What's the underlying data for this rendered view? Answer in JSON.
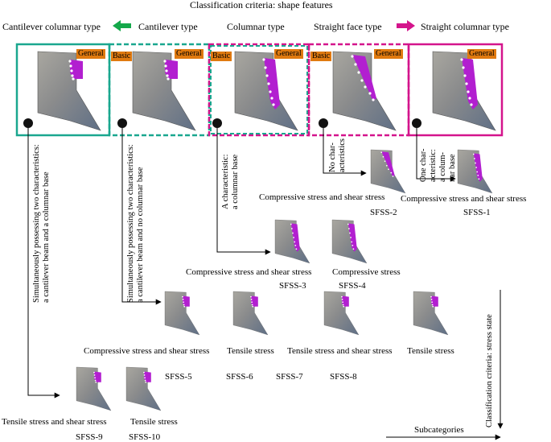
{
  "header": {
    "title": "Classification criteria: shape features",
    "cantilever_columnar": "Cantilever columnar type",
    "cantilever": "Cantilever type",
    "columnar": "Columnar type",
    "straight_face": "Straight face type",
    "straight_columnar": "Straight columnar type"
  },
  "badges": {
    "basic": "Basic",
    "general": "General"
  },
  "branch_labels": {
    "b1_line1": "Simultaneously possessing two characteristics:",
    "b1_line2": "a cantilever beam and a columnar base",
    "b2_line1": "Simultaneously possessing two characteristics:",
    "b2_line2": "a cantilever beam and no columnar base",
    "b3_line1": "A characteristic:",
    "b3_line2": "a columnar base",
    "b4_line1": "No char-",
    "b4_line2": "acteristics",
    "b5_line1": "One char-",
    "b5_line2": "acteristic:",
    "b5_line3": "a colum-",
    "b5_line4": "nar base"
  },
  "stress": {
    "sfss2": "Compressive stress and shear stress",
    "sfss1": "Compressive stress and shear stress",
    "sfss3": "Compressive stress and shear stress",
    "sfss4": "Compressive stress",
    "sfss5": "Compressive stress and shear stress",
    "sfss6": "Tensile stress",
    "sfss7": "Tensile stress and shear stress",
    "sfss8": "Tensile stress",
    "sfss9": "Tensile stress and shear stress",
    "sfss10": "Tensile stress"
  },
  "codes": {
    "sfss1": "SFSS-1",
    "sfss2": "SFSS-2",
    "sfss3": "SFSS-3",
    "sfss4": "SFSS-4",
    "sfss5": "SFSS-5",
    "sfss6": "SFSS-6",
    "sfss7": "SFSS-7",
    "sfss8": "SFSS-8",
    "sfss9": "SFSS-9",
    "sfss10": "SFSS-10"
  },
  "axis": {
    "stress_criteria": "Classification criteria: stress state",
    "subcategories": "Subcategories"
  },
  "colors": {
    "teal": "#1aa78f",
    "magenta": "#d4148c",
    "purple": "#b21fd0",
    "green_arrow": "#14a84a",
    "badge": "#e07a10",
    "rock": "#8d8f92"
  }
}
